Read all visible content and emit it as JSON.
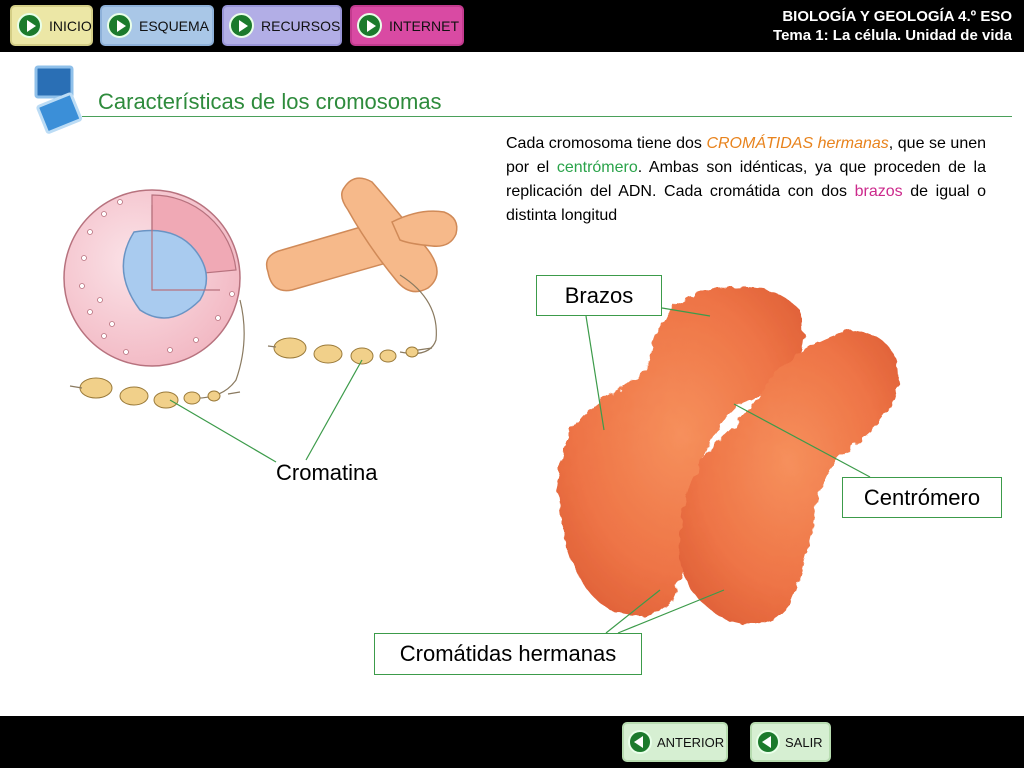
{
  "nav": {
    "inicio": "INICIO",
    "esquema": "ESQUEMA",
    "recursos": "RECURSOS",
    "internet": "INTERNET"
  },
  "header": {
    "line1": "BIOLOGÍA Y GEOLOGÍA 4.º ESO",
    "line2": "Tema 1: La célula. Unidad de vida"
  },
  "page": {
    "title": "Características de los cromosomas"
  },
  "description": {
    "p1": "Cada cromosoma tiene dos ",
    "hl1": "CROMÁTIDAS hermanas",
    "p2": ", que se unen por el ",
    "hl2": "centrómero",
    "p3": ". Ambas son idénticas, ya que proceden de la replicación del ADN. Cada cromátida con dos ",
    "hl3": "brazos",
    "p4": " de igual o distinta longitud"
  },
  "labels": {
    "brazos": "Brazos",
    "centromero": "Centrómero",
    "cromatidas": "Cromátidas hermanas",
    "cromatina": "Cromatina"
  },
  "footer": {
    "anterior": "ANTERIOR",
    "salir": "SALIR"
  },
  "colors": {
    "title_green": "#2e8b3c",
    "highlight_orange": "#e8831d",
    "highlight_green": "#2aa34a",
    "highlight_pink": "#cc2a8c",
    "chromosome_orange": "#f07a4a"
  }
}
